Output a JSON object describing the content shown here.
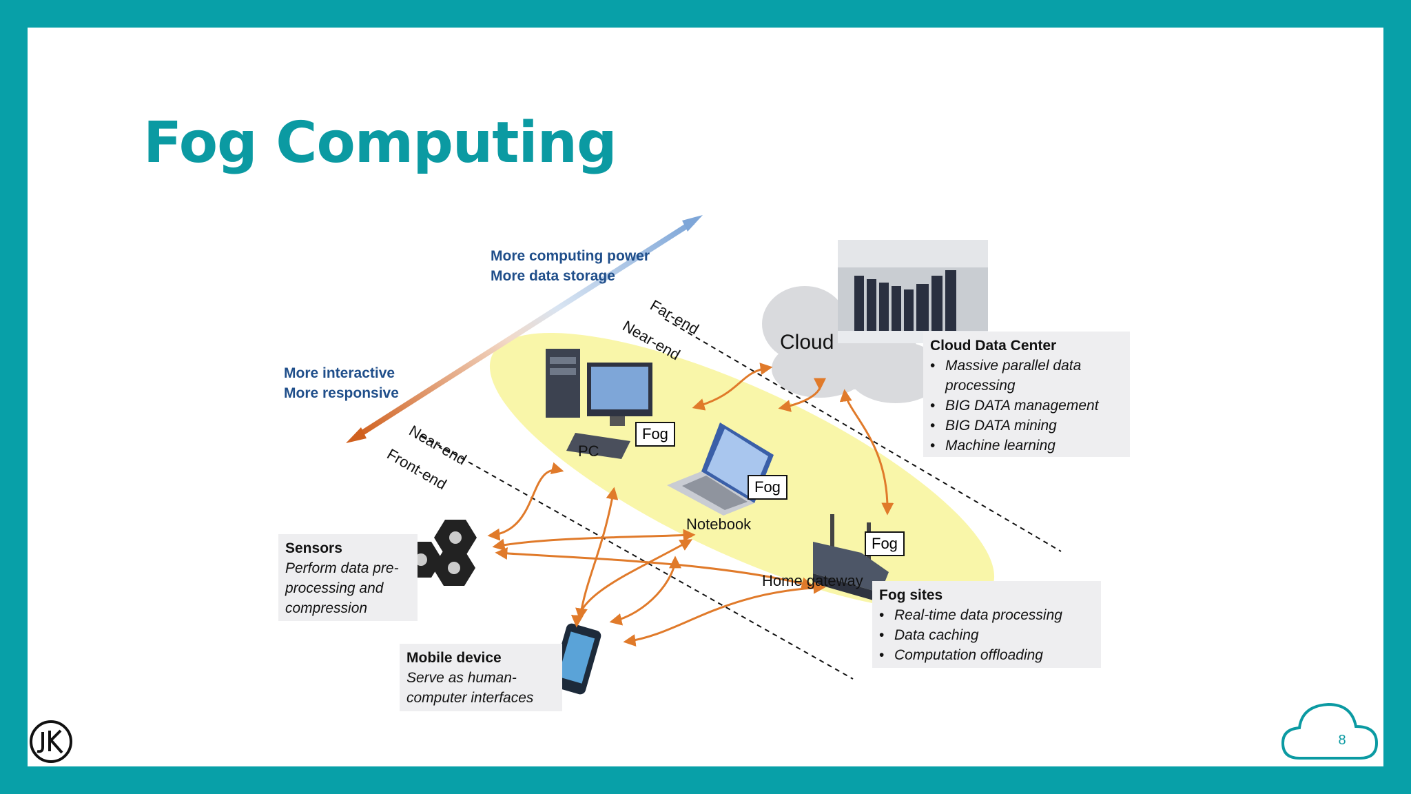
{
  "slide": {
    "title": "Fog Computing",
    "page_number": "8",
    "logo_text": "JK"
  },
  "diagram": {
    "axis_top": [
      "More computing power",
      "More data storage"
    ],
    "axis_bottom": [
      "More interactive",
      "More responsive"
    ],
    "divider_labels": {
      "far_end": "Far-end",
      "near_end_upper": "Near-end",
      "near_end_lower": "Near-end",
      "front_end": "Front-end"
    },
    "cloud_label": "Cloud",
    "device_labels": {
      "pc": "PC",
      "notebook": "Notebook",
      "home_gateway": "Home gateway"
    },
    "fog_tag": "Fog",
    "cloud_data_center": {
      "heading": "Cloud Data Center",
      "bullets": [
        "Massive parallel data processing",
        "BIG DATA management",
        "BIG DATA mining",
        "Machine learning"
      ]
    },
    "fog_sites": {
      "heading": "Fog sites",
      "bullets": [
        "Real-time data processing",
        "Data caching",
        "Computation offloading"
      ]
    },
    "sensors": {
      "heading": "Sensors",
      "description": "Perform data pre-processing and compression"
    },
    "mobile_device": {
      "heading": "Mobile device",
      "description": "Serve as human-computer interfaces"
    }
  },
  "colors": {
    "frame": "#08a0a8",
    "title": "#0b9aa2",
    "fog_ellipse": "#f8f49a",
    "arrow": "#e07a2a",
    "axis_text": "#1f4e8a"
  }
}
